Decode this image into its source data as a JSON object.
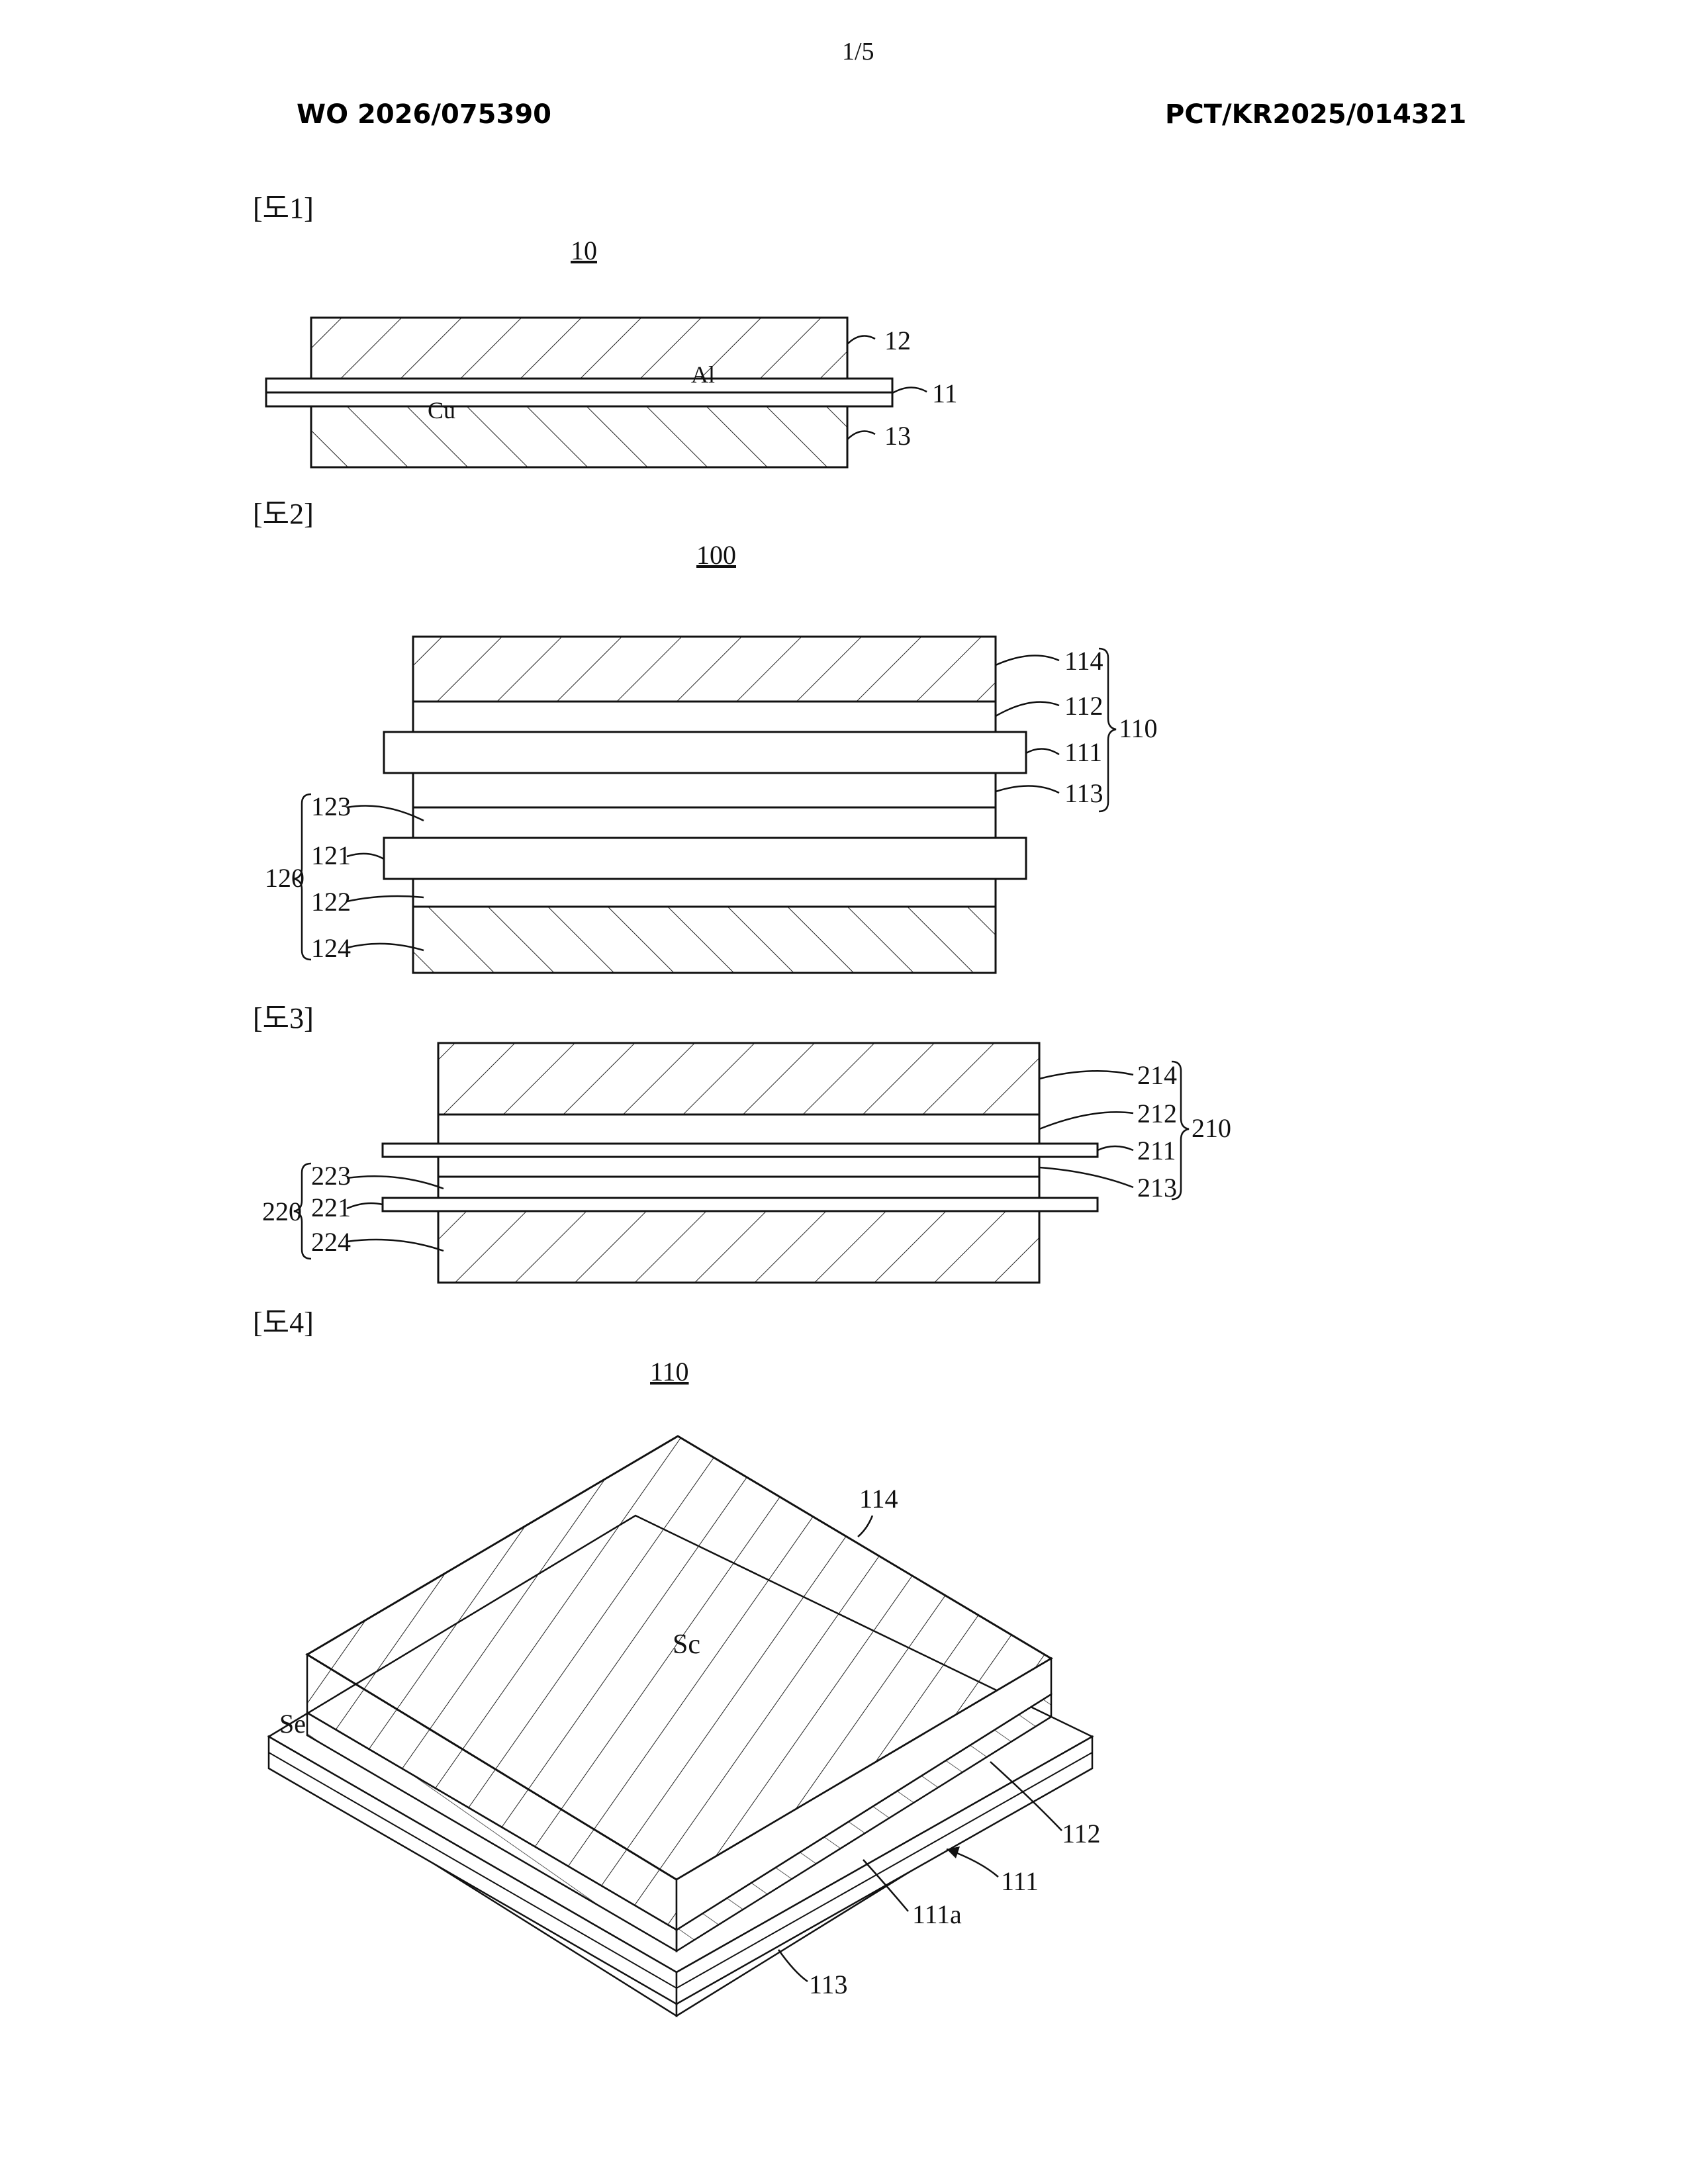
{
  "page": {
    "number": "1/5",
    "pub_number": "WO 2026/075390",
    "app_number": "PCT/KR2025/014321"
  },
  "fig1": {
    "label": "[도1]",
    "ref": "10",
    "labels": {
      "top": "12",
      "plate": "11",
      "bottom": "13",
      "al": "Al",
      "cu": "Cu"
    }
  },
  "fig2": {
    "label": "[도2]",
    "ref": "100",
    "right": {
      "l114": "114",
      "l112": "112",
      "l111": "111",
      "l113": "113",
      "group": "110"
    },
    "left": {
      "l123": "123",
      "l121": "121",
      "l122": "122",
      "l124": "124",
      "group": "120"
    }
  },
  "fig3": {
    "label": "[도3]",
    "right": {
      "l214": "214",
      "l212": "212",
      "l211": "211",
      "l213": "213",
      "group": "210"
    },
    "left": {
      "l223": "223",
      "l221": "221",
      "l224": "224",
      "group": "220"
    }
  },
  "fig4": {
    "label": "[도4]",
    "ref": "110",
    "labels": {
      "l114": "114",
      "sc": "Sc",
      "se": "Se",
      "l112": "112",
      "l111": "111",
      "l111a": "111a",
      "l113": "113"
    }
  }
}
